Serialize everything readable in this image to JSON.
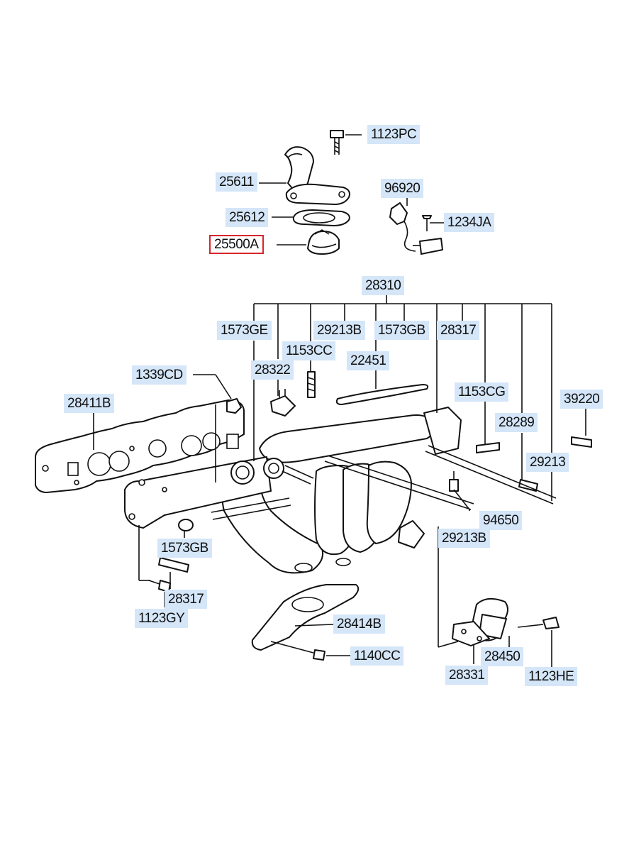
{
  "diagram": {
    "highlight_color": "#d7262b",
    "label_bg_color": "#d4e6f8"
  },
  "labels": {
    "l1123PC": "1123PC",
    "l25611": "25611",
    "l96920": "96920",
    "l25612": "25612",
    "l1234JA": "1234JA",
    "l25500A": "25500A",
    "l28310": "28310",
    "l1573GE": "1573GE",
    "l29213B_top": "29213B",
    "l1573GB_top": "1573GB",
    "l28317_top": "28317",
    "l1153CC": "1153CC",
    "l22451": "22451",
    "l1339CD": "1339CD",
    "l28322": "28322",
    "l1153CG": "1153CG",
    "l39220": "39220",
    "l28411B": "28411B",
    "l28289": "28289",
    "l29213": "29213",
    "l94650": "94650",
    "l1573GB_bot": "1573GB",
    "l29213B_bot": "29213B",
    "l28317_bot": "28317",
    "l1123GY": "1123GY",
    "l28414B": "28414B",
    "l1140CC": "1140CC",
    "l28450": "28450",
    "l28331": "28331",
    "l1123HE": "1123HE"
  }
}
